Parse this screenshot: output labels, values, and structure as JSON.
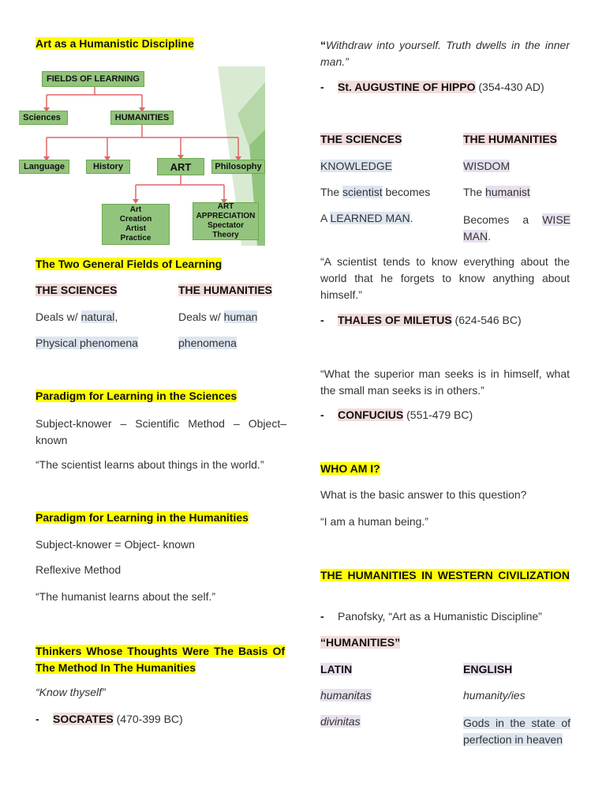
{
  "left": {
    "title": "Art as a Humanistic Discipline",
    "diagram": {
      "fields": "FIELDS OF LEARNING",
      "sciences": "Sciences",
      "humanities": "HUMANITIES",
      "language": "Language",
      "history": "History",
      "art": "ART",
      "philosophy": "Philosophy",
      "art_creation": [
        "Art",
        "Creation",
        "Artist",
        "Practice"
      ],
      "art_appreciation": [
        "ART",
        "APPRECIATION",
        "Spectator",
        "Theory"
      ]
    },
    "two_fields": {
      "heading": "The Two General Fields of Learning",
      "col1": "THE SCIENCES",
      "col2": "THE HUMANITIES",
      "r1c1_pre": "Deals w/ ",
      "r1c1_hl": "natural",
      "r1c1_post": ",",
      "r1c2_pre": "Deals w/ ",
      "r1c2_hl": "human",
      "r2c1": "Physical phenomena",
      "r2c2": "phenomena"
    },
    "paradigm_sciences": {
      "heading": "Paradigm for Learning in the Sciences",
      "line1": "Subject-knower – Scientific Method – Object–known",
      "quote": "“The scientist learns about things in the world.”"
    },
    "paradigm_humanities": {
      "heading": "Paradigm for Learning in the Humanities",
      "line1": "Subject-knower = Object- known",
      "line2": "Reflexive Method",
      "quote": "“The humanist learns about the self.”"
    },
    "thinkers": {
      "heading": "Thinkers Whose Thoughts Were The Basis Of The Method In The Humanities",
      "quote": "“Know thyself”",
      "dash": "-",
      "name": "SOCRATES",
      "years": " (470-399 BC)"
    }
  },
  "right": {
    "augustine": {
      "quote_open": "“",
      "quote": "Withdraw into yourself. Truth dwells in the inner man.”",
      "dash": "-",
      "name": "St. AUGUSTINE OF HIPPO",
      "years": " (354-430 AD)"
    },
    "compare": {
      "col1": "THE SCIENCES",
      "col2": "THE HUMANITIES",
      "r1c1": "KNOWLEDGE",
      "r1c2": "WISDOM",
      "r2c1_pre": "The ",
      "r2c1_hl": "scientist",
      "r2c1_post": " becomes",
      "r2c2_pre": "The ",
      "r2c2_hl": "humanist",
      "r3c1_pre": "A ",
      "r3c1_hl": "LEARNED MAN",
      "r3c1_post": ".",
      "r3c2_pre": "Becomes a ",
      "r3c2_hl": "WISE MAN",
      "r3c2_post": "."
    },
    "thales": {
      "quote": "“A scientist tends to know everything about the world that he forgets to know anything about himself.”",
      "dash": "-",
      "name": "THALES OF MILETUS",
      "years": " (624-546 BC)"
    },
    "confucius": {
      "quote": "“What the superior man seeks is in himself, what the small man seeks is in others.”",
      "dash": "-",
      "name": "CONFUCIUS",
      "years": " (551-479 BC)"
    },
    "who": {
      "heading": "WHO AM I?",
      "q": "What is the basic answer to this question?",
      "a": "“I am a human being.”"
    },
    "western": {
      "heading": "THE HUMANITIES IN WESTERN CIVILIZATION",
      "dash": "-",
      "ref": "Panofsky, “Art as a Humanistic Discipline”",
      "term": "“HUMANITIES”",
      "col1": "LATIN",
      "col2": "ENGLISH",
      "r1c1": "humanitas",
      "r1c2": "humanity/ies",
      "r2c1": "divinitas",
      "r2c2": "Gods in the state of perfection in heaven"
    }
  },
  "colors": {
    "yellow": "#ffff00",
    "pink": "#f2dcdb",
    "blue": "#dde5f0",
    "green": "#93c47d",
    "red": "#e06666"
  }
}
